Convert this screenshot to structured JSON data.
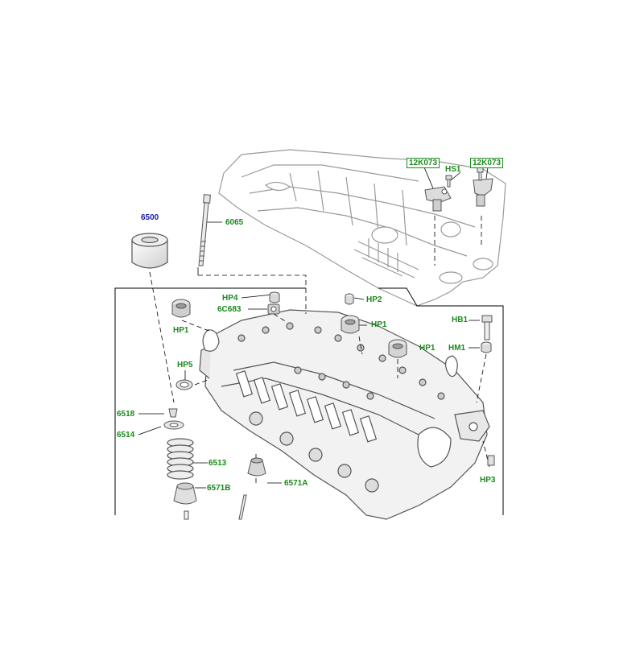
{
  "colors": {
    "label_green": "#1a8a1a",
    "label_blue": "#1a1aa8",
    "line": "#000000",
    "part_fill": "#f4f4f4",
    "part_stroke": "#555555",
    "cover_stroke": "#9a9a9a"
  },
  "labels": {
    "l6500": "6500",
    "l6065": "6065",
    "l12K073a": "12K073",
    "lHS1": "HS1",
    "l12K073b": "12K073",
    "lHP4": "HP4",
    "l6C683": "6C683",
    "lHP2": "HP2",
    "lHP1a": "HP1",
    "lHP1b": "HP1",
    "lHP1c": "HP1",
    "lHB1": "HB1",
    "lHM1": "HM1",
    "lHP5": "HP5",
    "l6518": "6518",
    "l6514": "6514",
    "l6513": "6513",
    "l6571B": "6571B",
    "l6571A": "6571A",
    "lHP3": "HP3"
  }
}
